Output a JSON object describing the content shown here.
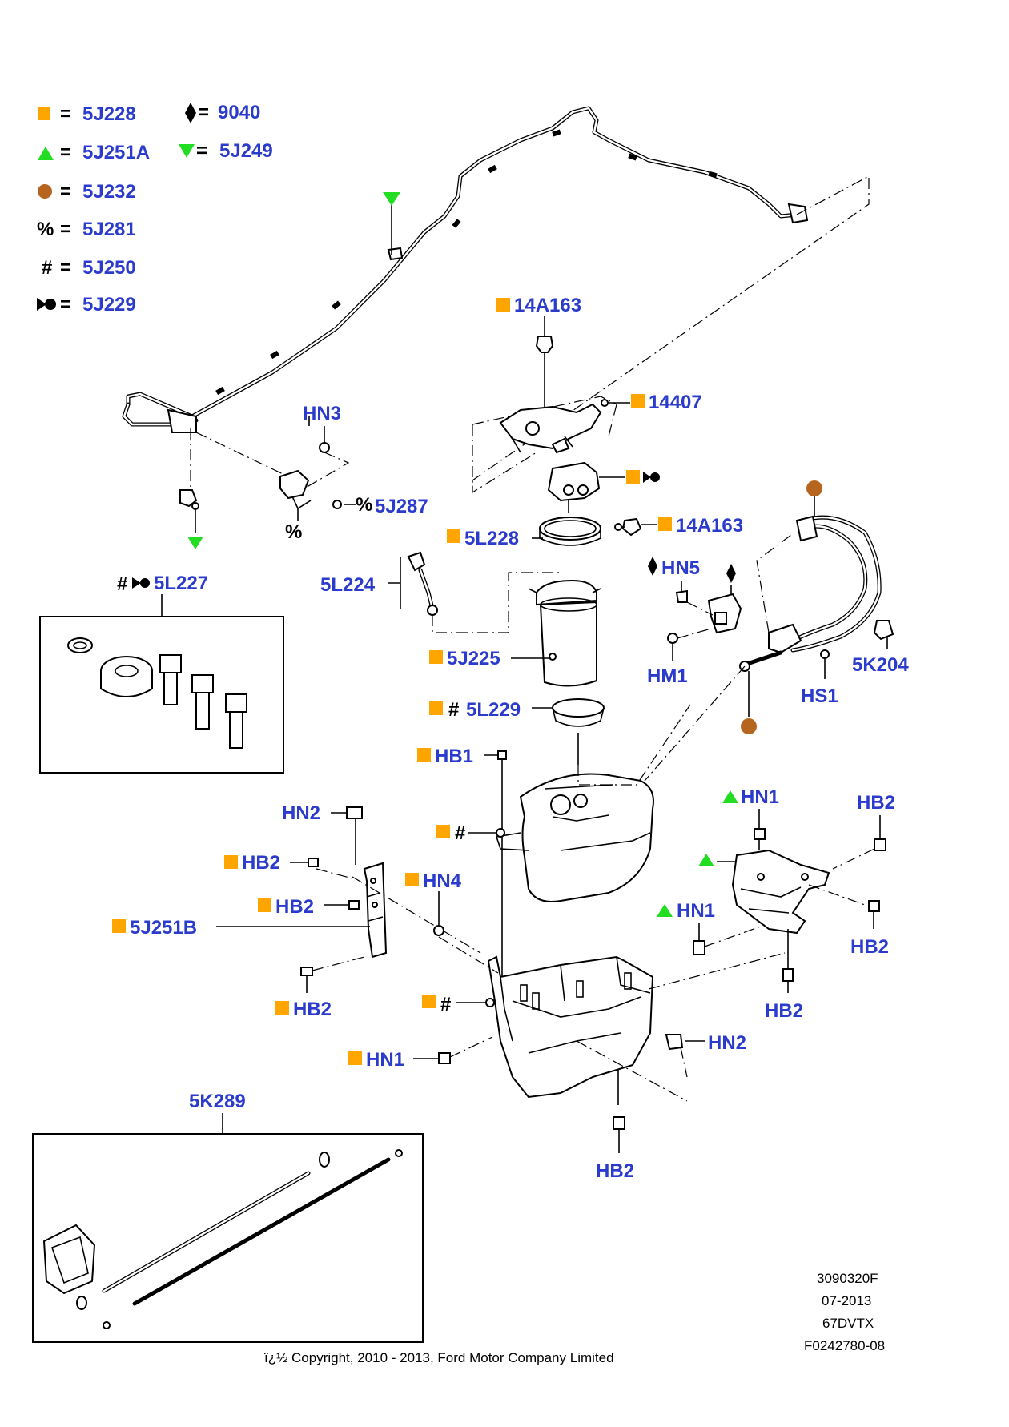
{
  "colors": {
    "label_blue": "#2b3bcb",
    "square_orange": "#ffa500",
    "triangle_green": "#22dd22",
    "dot_brown": "#b5651d"
  },
  "legend": {
    "square": "5J228",
    "diamond": "9040",
    "triangle_up": "5J251A",
    "triangle_down": "5J249",
    "dot": "5J232",
    "percent_sym": "%",
    "percent": "5J281",
    "hash_sym": "#",
    "hash": "5J250",
    "clip": "5J229",
    "equals": "="
  },
  "labels": {
    "p14A163_top": "14A163",
    "p14407": "14407",
    "HN3": "HN3",
    "p5J287": "5J287",
    "pct_under": "%",
    "p5L227": "5L227",
    "p5L228": "5L228",
    "p14A163_mid": "14A163",
    "p5L224": "5L224",
    "HN5": "HN5",
    "HM1": "HM1",
    "p5K204": "5K204",
    "HS1": "HS1",
    "p5J225": "5J225",
    "p5L229": "5L229",
    "HB1": "HB1",
    "HN2_left": "HN2",
    "HB2_a": "HB2",
    "HB2_b": "HB2",
    "HN4": "HN4",
    "p5J251B": "5J251B",
    "HB2_c": "HB2",
    "HN1_green_top": "HN1",
    "HB2_right_top": "HB2",
    "HN1_green_mid": "HN1",
    "HB2_right_mid": "HB2",
    "HB2_right_low": "HB2",
    "HN2_right": "HN2",
    "HN1_bottom": "HN1",
    "HB2_bottom": "HB2",
    "p5K289": "5K289",
    "hash_sym": "#"
  },
  "footer": {
    "code1": "3090320F",
    "code2": "07-2013",
    "code3": "67DVTX",
    "code4": "F0242780-08",
    "copyright": "ï¿½ Copyright, 2010 - 2013, Ford Motor Company Limited"
  }
}
